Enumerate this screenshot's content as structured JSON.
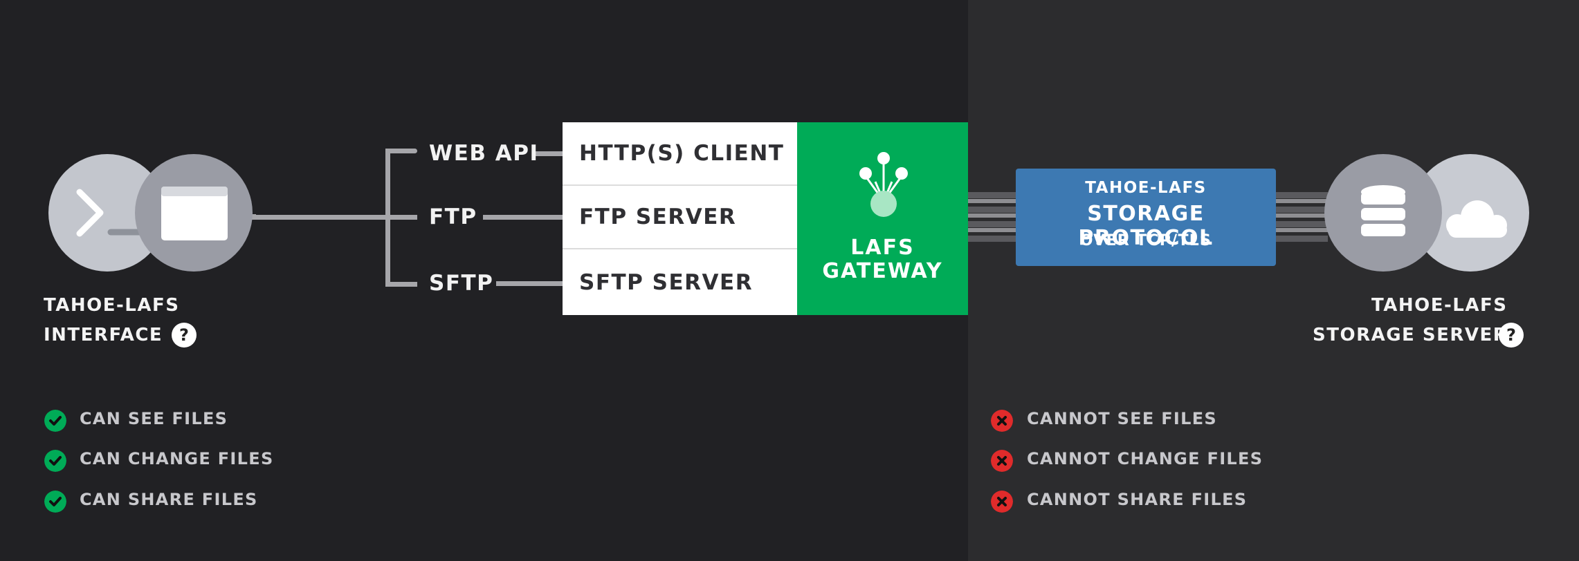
{
  "colors": {
    "left_bg": "#212124",
    "right_bg": "#2c2c2e",
    "gateway_green": "#00ab57",
    "protocol_blue": "#3d79b2",
    "check_green": "#00ab57",
    "cross_red": "#e02b2b"
  },
  "interface": {
    "icons": [
      "terminal-icon",
      "browser-window-icon"
    ],
    "caption_line1": "TAHOE-LAFS",
    "caption_line2": "INTERFACE",
    "help": "?"
  },
  "protocols": [
    "WEB API",
    "FTP",
    "SFTP"
  ],
  "servers": [
    "HTTP(S) CLIENT",
    "FTP SERVER",
    "SFTP SERVER"
  ],
  "gateway": {
    "icon": "gateway-node-icon",
    "line1": "LAFS",
    "line2": "GATEWAY"
  },
  "storage_protocol": {
    "line1": "TAHOE-LAFS",
    "line2": "STORAGE PROTOCOL",
    "line3": "OVER TCP/TLS"
  },
  "storage": {
    "icons": [
      "database-icon",
      "cloud-icon"
    ],
    "caption_line1": "TAHOE-LAFS",
    "caption_line2": "STORAGE SERVERS",
    "help": "?"
  },
  "capabilities": [
    "CAN SEE FILES",
    "CAN CHANGE FILES",
    "CAN SHARE FILES"
  ],
  "restrictions": [
    "CANNOT SEE FILES",
    "CANNOT CHANGE FILES",
    "CANNOT SHARE FILES"
  ]
}
